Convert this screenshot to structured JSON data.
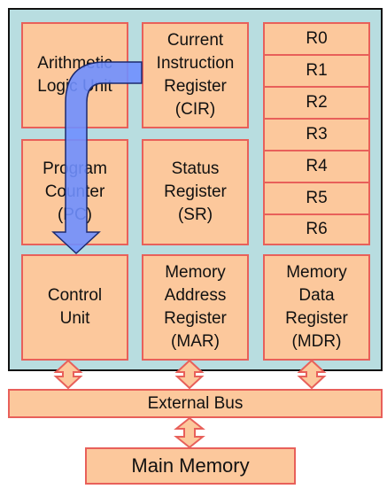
{
  "cpu": {
    "alu": {
      "label": "Arithmetic\nLogic Unit"
    },
    "cir": {
      "label": "Current\nInstruction\nRegister\n(CIR)"
    },
    "pc": {
      "label": "Program\nCounter\n(PC)"
    },
    "sr": {
      "label": "Status\nRegister\n(SR)"
    },
    "cu": {
      "label": "Control\nUnit"
    },
    "mar": {
      "label": "Memory\nAddress\nRegister\n(MAR)"
    },
    "mdr": {
      "label": "Memory\nData\nRegister\n(MDR)"
    },
    "registers": [
      "R0",
      "R1",
      "R2",
      "R3",
      "R4",
      "R5",
      "R6"
    ]
  },
  "external_bus": {
    "label": "External Bus"
  },
  "main_memory": {
    "label": "Main Memory"
  },
  "colors": {
    "cpu_background": "#b8dde0",
    "box_fill": "#fcc89c",
    "box_border": "#e8605a",
    "flow_arrow": "#6f8fff"
  }
}
